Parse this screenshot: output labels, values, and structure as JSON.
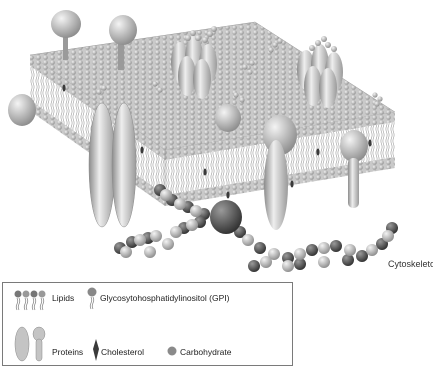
{
  "labels": {
    "cytoskeleton": "Cytoskeleto"
  },
  "legend": {
    "lipids": "Lipids",
    "gpi": "Glycosytohosphatidylinositol (GPI)",
    "proteins": "Proteins",
    "cholesterol": "Cholesterol",
    "carbohydrate": "Carbohydrate"
  },
  "colors": {
    "background": "#ffffff",
    "lipid_head": "#bdbdbd",
    "protein_light": "#dcdcdc",
    "protein_dark": "#9a9a9a",
    "cytoskeleton_dark": "#4a4a4a",
    "cytoskeleton_light": "#e6e6e6",
    "legend_border": "#7a7a7a"
  }
}
